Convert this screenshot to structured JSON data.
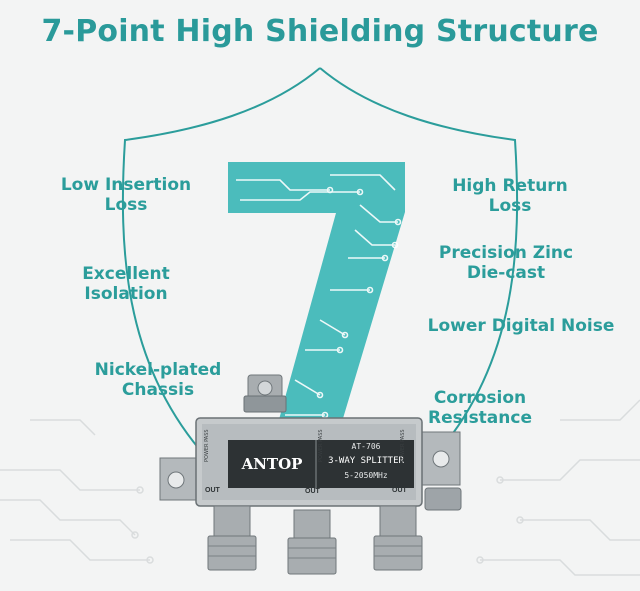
{
  "title": "7-Point High Shielding Structure",
  "features_left": [
    [
      "Low Insertion",
      "Loss"
    ],
    [
      "Excellent",
      "Isolation"
    ],
    [
      "Nickel-plated",
      "Chassis"
    ]
  ],
  "features_right": [
    [
      "High Return",
      "Loss"
    ],
    [
      "Precision Zinc",
      "Die-cast"
    ],
    [
      "Lower Digital Noise"
    ],
    [
      "Corrosion",
      "Resistance"
    ]
  ],
  "device": {
    "brand": "ANTOP",
    "model": "AT-706",
    "name": "3-WAY SPLITTER",
    "freq": "5-2050MHz",
    "out_label": "OUT",
    "side_text": "POWER PASS"
  },
  "colors": {
    "accent": "#2b9d9b",
    "seven_fill": "#4bbcbc",
    "background": "#f3f4f4"
  }
}
